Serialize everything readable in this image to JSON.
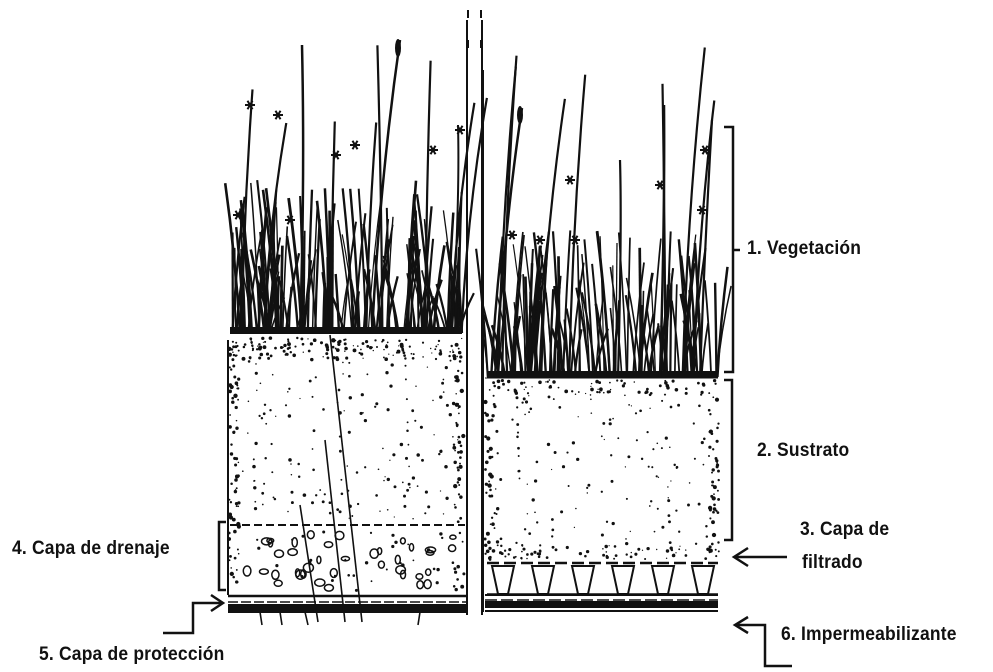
{
  "labels": {
    "vegetation": "1. Vegetación",
    "substrate": "2. Sustrato",
    "filter_line1": "3. Capa de",
    "filter_line2": "filtrado",
    "drainage": "4. Capa de drenaje",
    "protection": "5. Capa de protección",
    "waterproofing": "6. Impermeabilizante"
  },
  "colors": {
    "ink": "#111111",
    "background": "#ffffff"
  }
}
